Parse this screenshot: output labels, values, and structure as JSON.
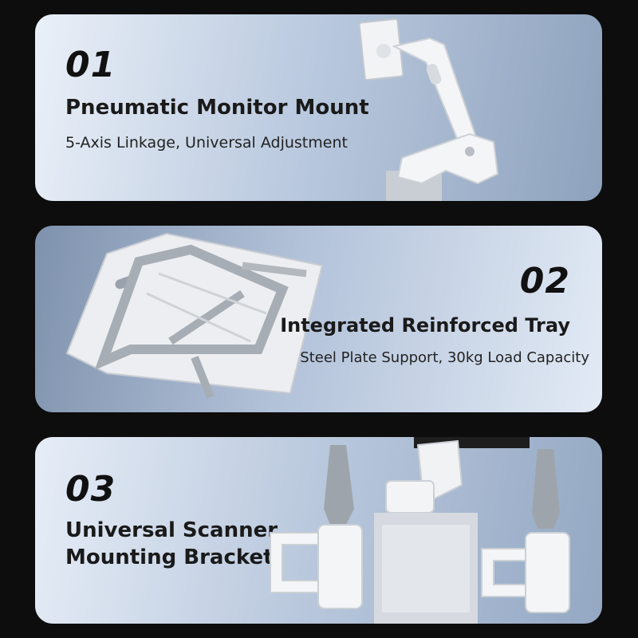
{
  "features": [
    {
      "number": "01",
      "title": "Pneumatic Monitor Mount",
      "subtitle": "5-Axis Linkage, Universal Adjustment",
      "image_icon": "monitor-arm-icon"
    },
    {
      "number": "02",
      "title": "Integrated Reinforced Tray",
      "subtitle": "Steel Plate Support, 30kg Load Capacity",
      "image_icon": "tray-icon"
    },
    {
      "number": "03",
      "title": "Universal Scanner Mounting Bracket",
      "subtitle": "",
      "image_icon": "scanner-bracket-icon"
    }
  ],
  "colors": {
    "background": "#0d0d0d",
    "card_light": "#eaf0f8",
    "card_dark": "#8ea2bd",
    "text": "#111111"
  }
}
